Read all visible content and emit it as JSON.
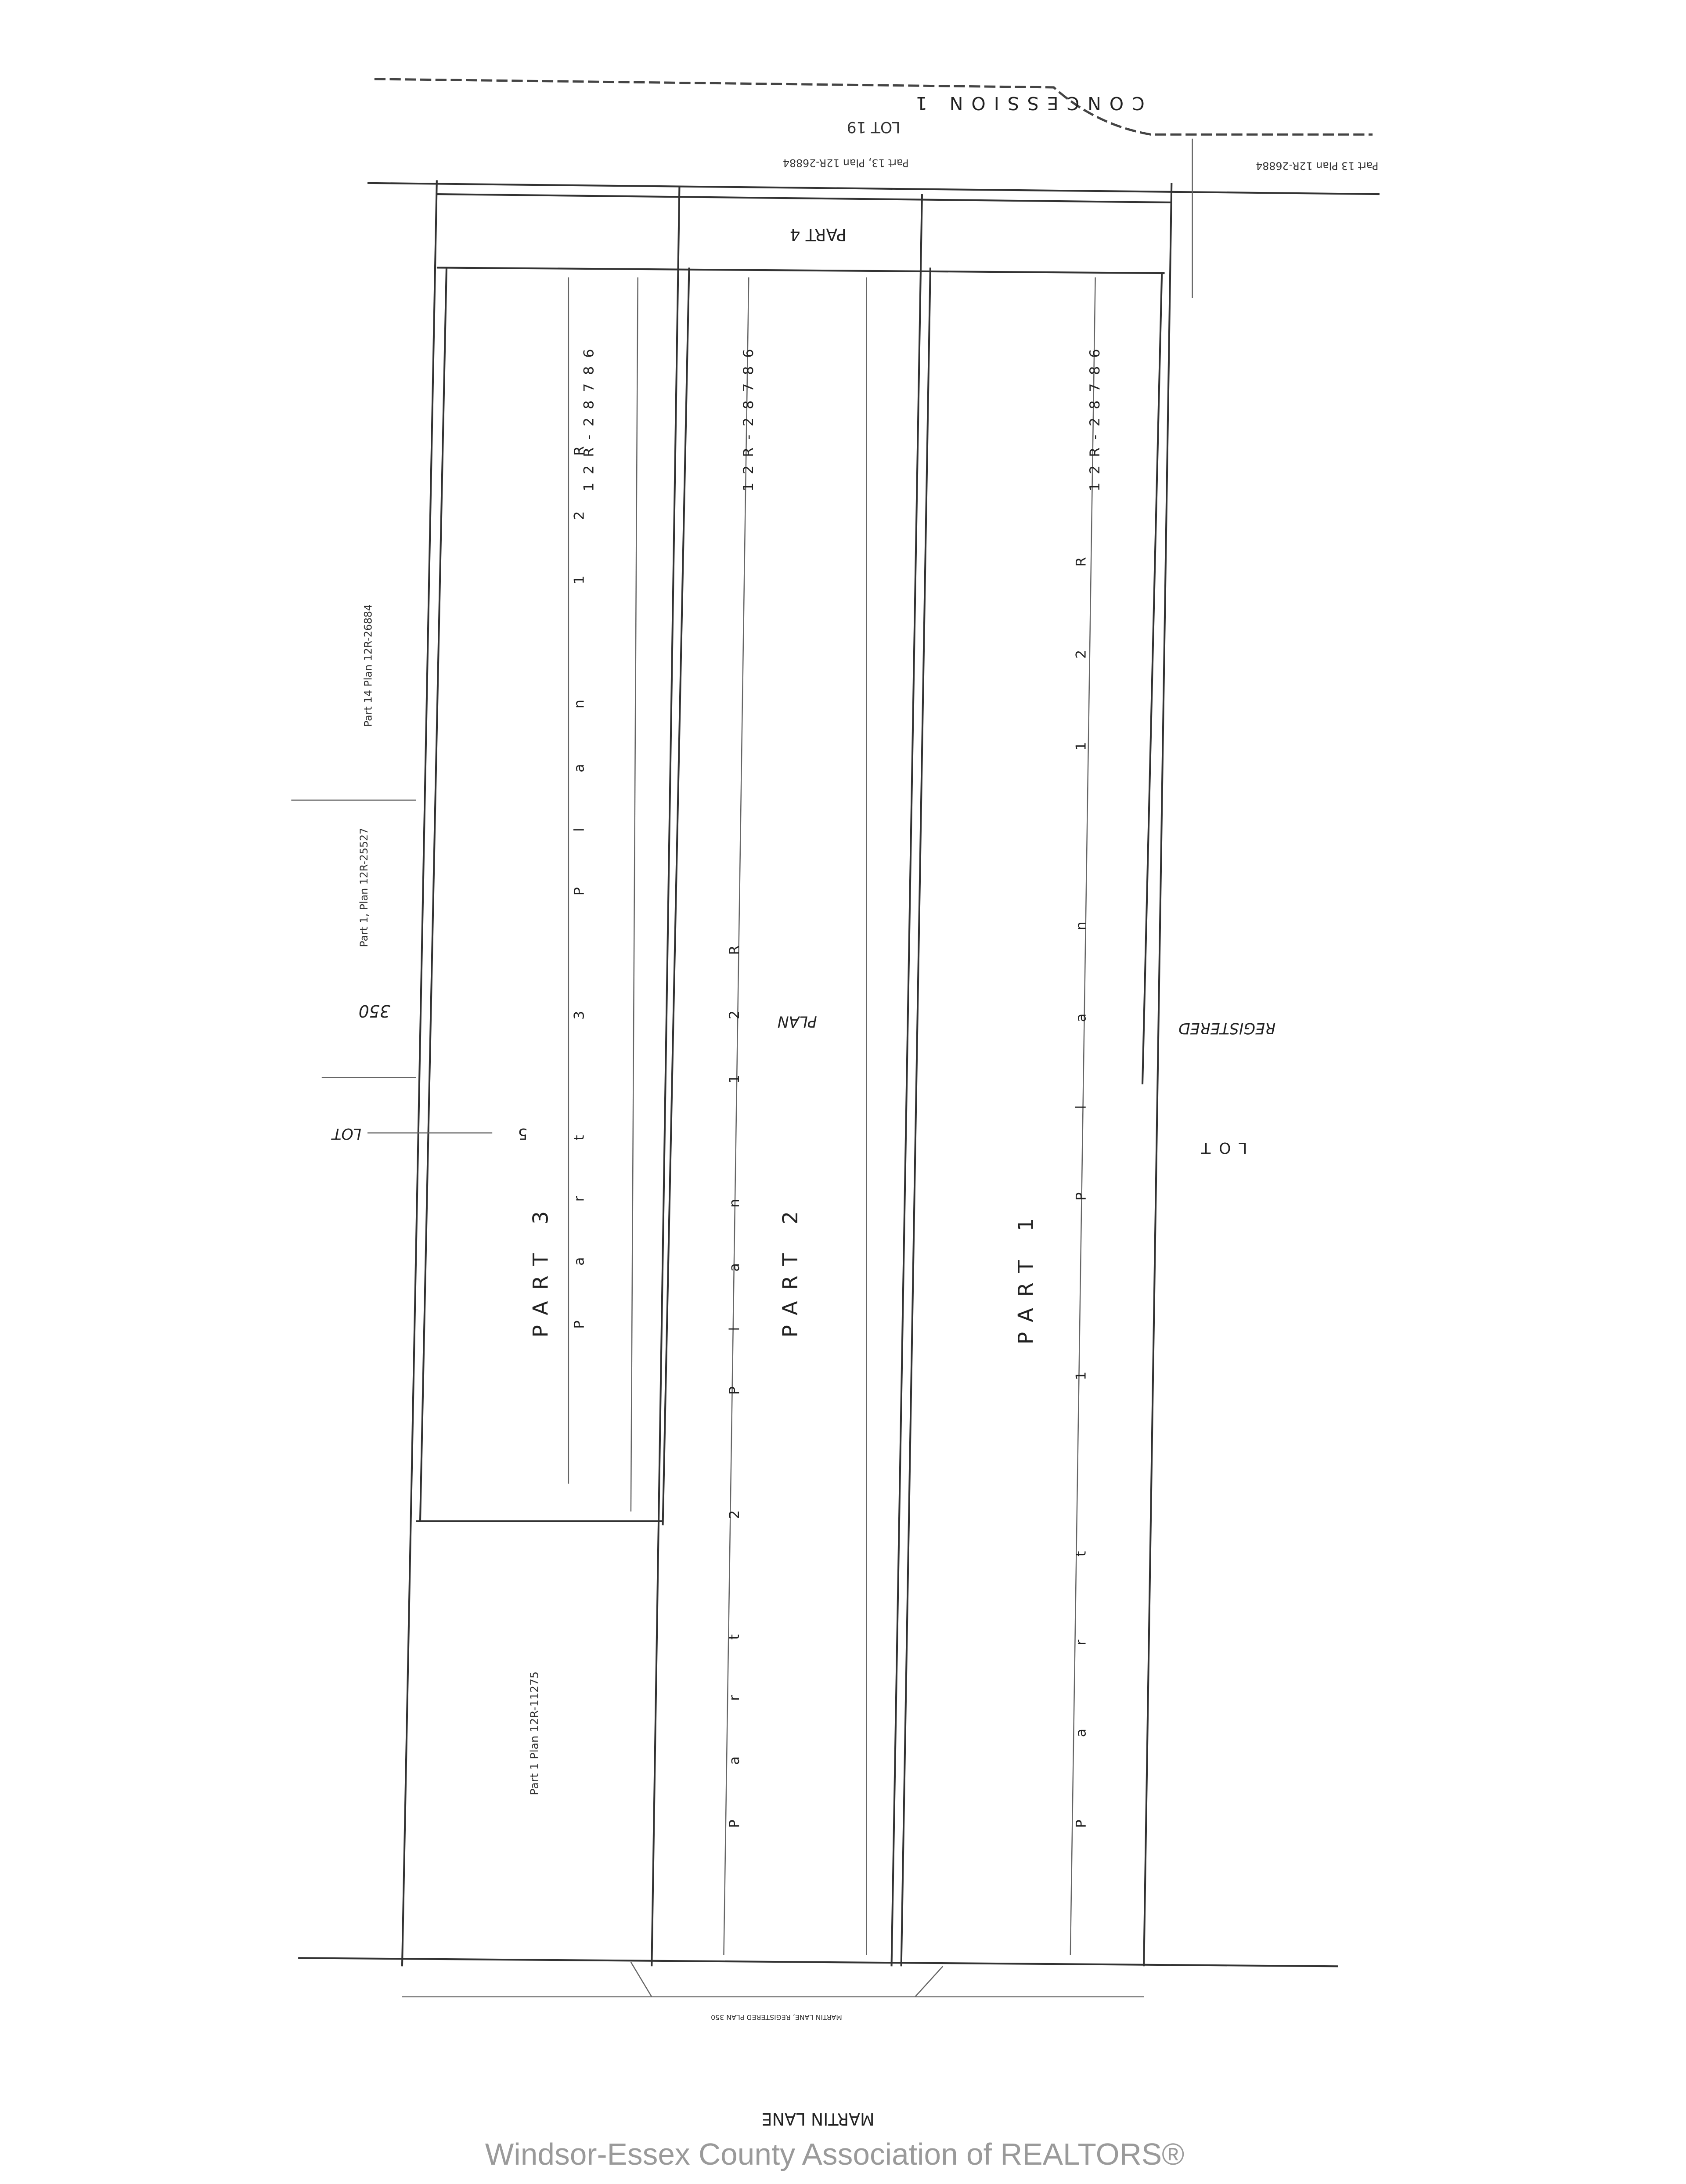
{
  "plan": {
    "concession": "CONCESSION 1",
    "lot_top": "LOT 19",
    "part13_plan_left": "Part 13, Plan 12R-26884",
    "part13_plan_right": "Part 13 Plan 12R-26884",
    "part4": "PART 4",
    "plan_number": "12R-28786",
    "part14": "Part 14 Plan 12R-26884",
    "part1_25527": "Part 1, Plan 12R-25527",
    "lot_number_350": "350",
    "lot_left": "LOT",
    "lot_5": "5",
    "registered": "REGISTERED",
    "plan_word": "PLAN",
    "lot_right": "LOT",
    "part3": "PART 3",
    "part2": "PART 2",
    "part1": "PART 1",
    "part3_plan": "Part 3 Plan 12R",
    "part2_plan": "Part 2 Plan 12R",
    "part1_plan": "Part 1 Plan 12R",
    "part1_11275": "Part 1 Plan 12R-11275",
    "martin_lane": "MARTIN LANE",
    "martin_lane_registered": "MARTIN LANE, REGISTERED PLAN 350"
  },
  "watermark": "Windsor-Essex County Association of REALTORS®"
}
